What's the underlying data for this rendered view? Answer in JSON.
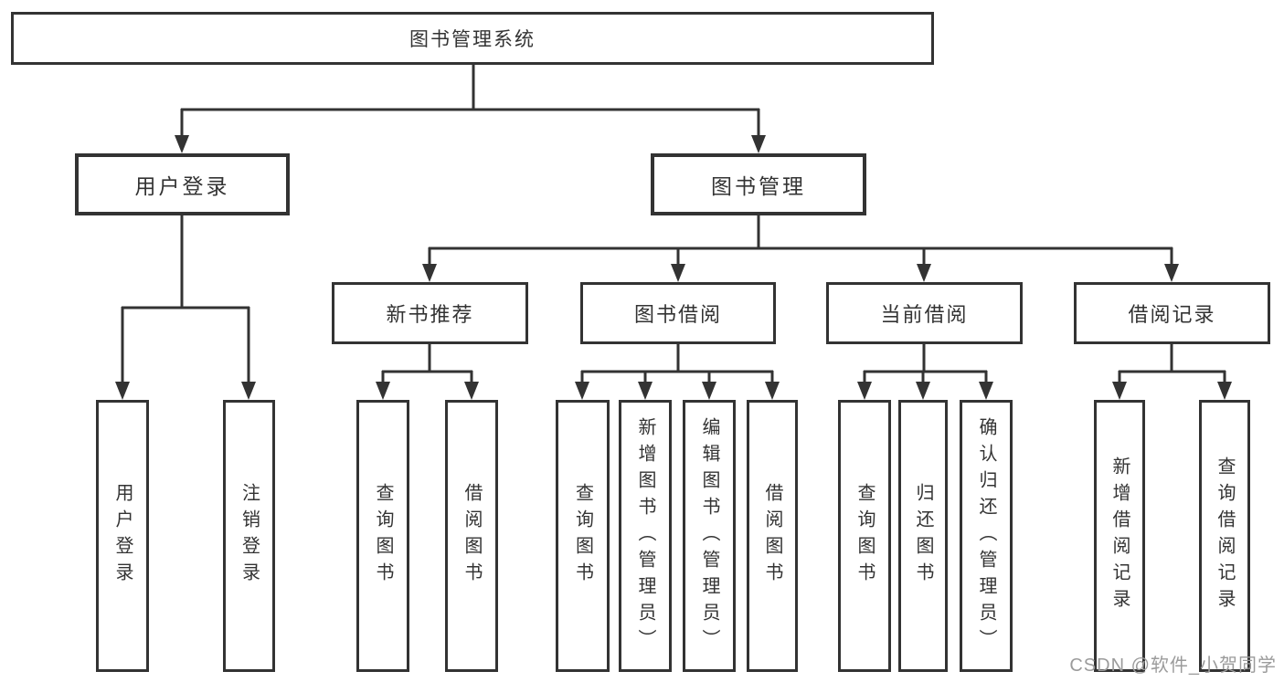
{
  "diagram_title": "图书管理系统",
  "tree": {
    "root": {
      "label": "图书管理系统"
    },
    "level2": [
      {
        "label": "用户登录"
      },
      {
        "label": "图书管理"
      }
    ],
    "level3": [
      {
        "label": "新书推荐",
        "parent": "图书管理"
      },
      {
        "label": "图书借阅",
        "parent": "图书管理"
      },
      {
        "label": "当前借阅",
        "parent": "图书管理"
      },
      {
        "label": "借阅记录",
        "parent": "图书管理"
      }
    ],
    "leaves_user_login": [
      {
        "label": "用户登录"
      },
      {
        "label": "注销登录"
      }
    ],
    "leaves_new_book": [
      {
        "label": "查询图书"
      },
      {
        "label": "借阅图书"
      }
    ],
    "leaves_book_borrow": [
      {
        "label": "查询图书"
      },
      {
        "label": "新增图书（管理员）"
      },
      {
        "label": "编辑图书（管理员）"
      },
      {
        "label": "借阅图书"
      }
    ],
    "leaves_current_borrow": [
      {
        "label": "查询图书"
      },
      {
        "label": "归还图书"
      },
      {
        "label": "确认归还（管理员）"
      }
    ],
    "leaves_borrow_records": [
      {
        "label": "新增借阅记录"
      },
      {
        "label": "查询借阅记录"
      }
    ]
  },
  "watermark": {
    "text": "CSDN @软件_小贺同学"
  },
  "colors": {
    "line": "#333333",
    "box_border": "#333333",
    "text": "#333333",
    "background": "#ffffff",
    "watermark": "#9b9b9b"
  }
}
